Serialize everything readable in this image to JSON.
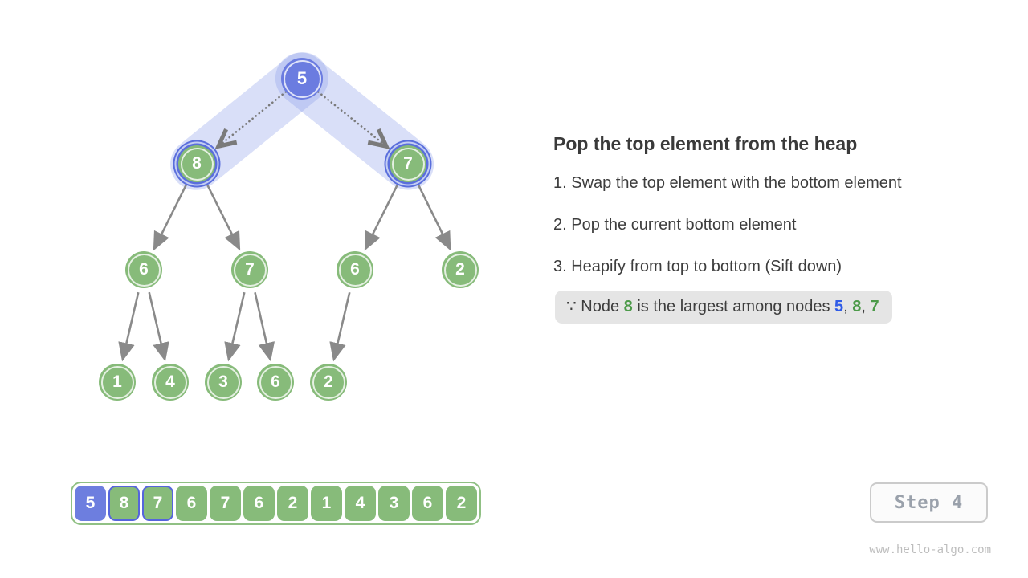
{
  "panel": {
    "title": "Pop the top element from the heap",
    "steps": [
      "1. Swap the top element with the bottom element",
      "2. Pop the current bottom element",
      "3. Heapify from top to bottom (Sift down)"
    ],
    "note": {
      "parts": [
        "∵ Node ",
        "8",
        " is the largest among nodes ",
        "5",
        ", ",
        "8",
        ", ",
        "7"
      ]
    }
  },
  "tree": {
    "nodes": [
      "5",
      "8",
      "7",
      "6",
      "7",
      "6",
      "2",
      "1",
      "4",
      "3",
      "6",
      "2"
    ]
  },
  "array": {
    "values": [
      "5",
      "8",
      "7",
      "6",
      "7",
      "6",
      "2",
      "1",
      "4",
      "3",
      "6",
      "2"
    ]
  },
  "footer": {
    "step_label": "Step 4",
    "watermark": "www.hello-algo.com"
  },
  "colors": {
    "node_green": "#87BB7A",
    "node_blue": "#6B7CE0",
    "highlight_ring_blue": "#5A6EDC",
    "highlight_band": "rgba(140,157,233,0.33)",
    "array_border_green": "#90C084",
    "cell_border_blue": "#5565DC",
    "arrow_gray": "#8A8A8A",
    "note_bg": "#E5E5E5",
    "note_number_blue": "#2F5BE7",
    "note_number_green": "#4C9A49"
  }
}
